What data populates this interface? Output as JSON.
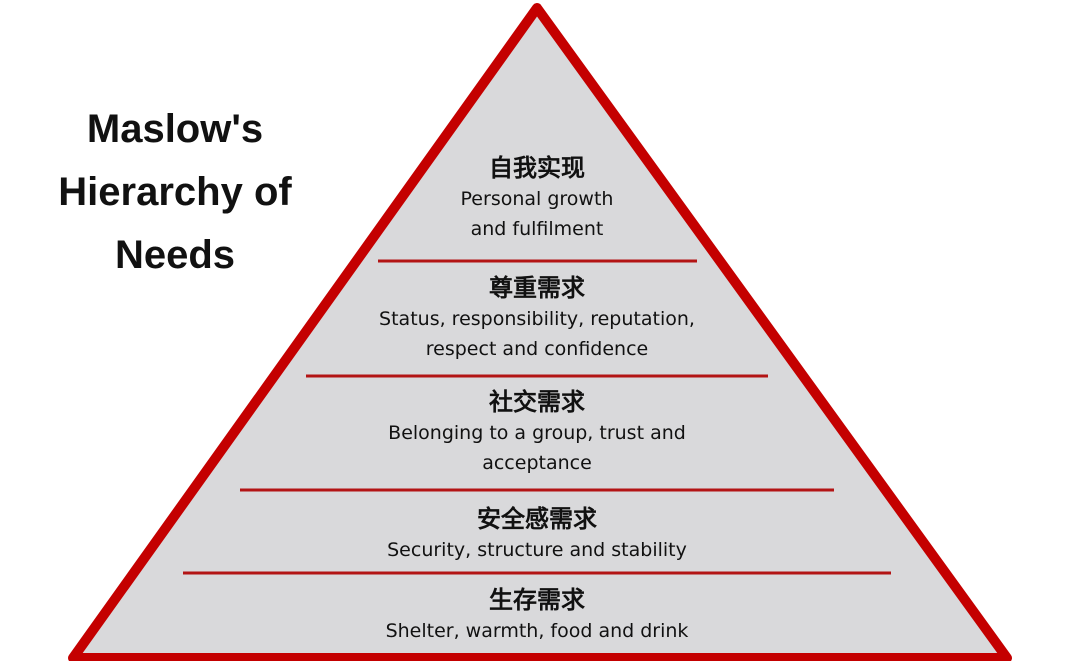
{
  "title": {
    "lines": [
      "Maslow's",
      "Hierarchy of",
      "Needs"
    ]
  },
  "colors": {
    "border": "#c40000",
    "divider": "#b31414",
    "fill": "#d9d9db"
  },
  "levels": [
    {
      "zh": "自我实现",
      "en": [
        "Personal growth",
        "and fulfilment"
      ]
    },
    {
      "zh": "尊重需求",
      "en": [
        "Status, responsibility, reputation,",
        "respect and confidence"
      ]
    },
    {
      "zh": "社交需求",
      "en": [
        "Belonging to a group, trust and",
        "acceptance"
      ]
    },
    {
      "zh": "安全感需求",
      "en": [
        "Security, structure and stability"
      ]
    },
    {
      "zh": "生存需求",
      "en": [
        "Shelter, warmth, food and drink"
      ]
    }
  ]
}
